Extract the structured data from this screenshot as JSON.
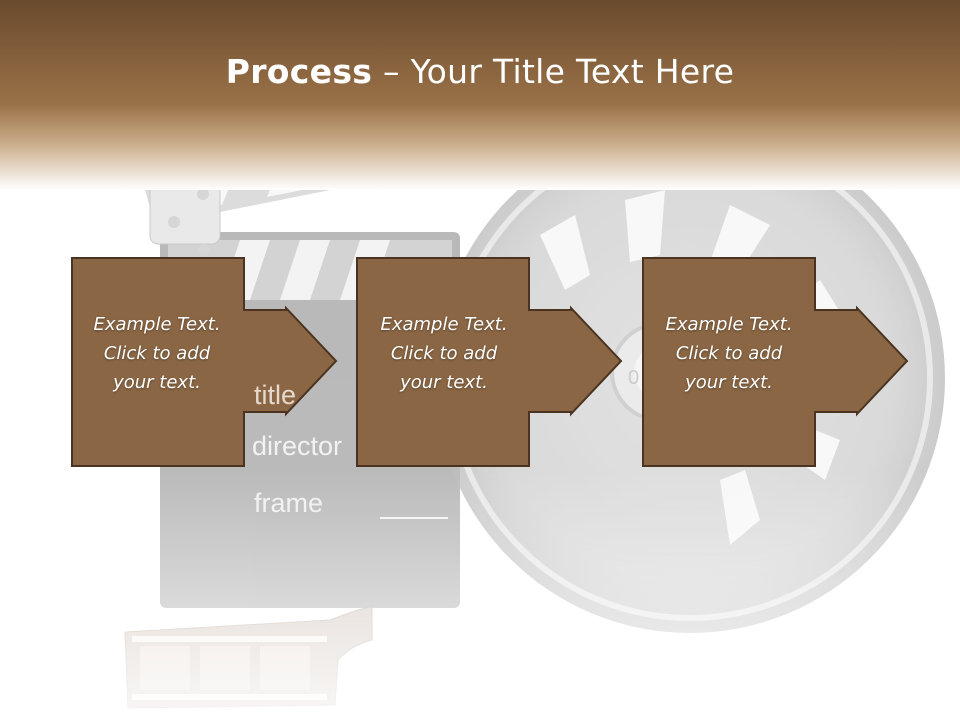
{
  "slide": {
    "title_bold": "Process",
    "title_rest": " – Your Title Text Here",
    "colors": {
      "header_top": "#6b4b2e",
      "header_bottom": "#a27a4e",
      "box_fill": "#8a6644",
      "box_border": "#4a3320"
    }
  },
  "clapperboard": {
    "labels": [
      "title",
      "director",
      "frame"
    ]
  },
  "reel": {
    "hub_text": "0"
  },
  "steps": [
    {
      "line1": "Example Text.",
      "line2": "Click  to add",
      "line3": "your text."
    },
    {
      "line1": "Example Text.",
      "line2": "Click  to add",
      "line3": "your text."
    },
    {
      "line1": "Example Text.",
      "line2": "Click  to add",
      "line3": "your text."
    }
  ]
}
